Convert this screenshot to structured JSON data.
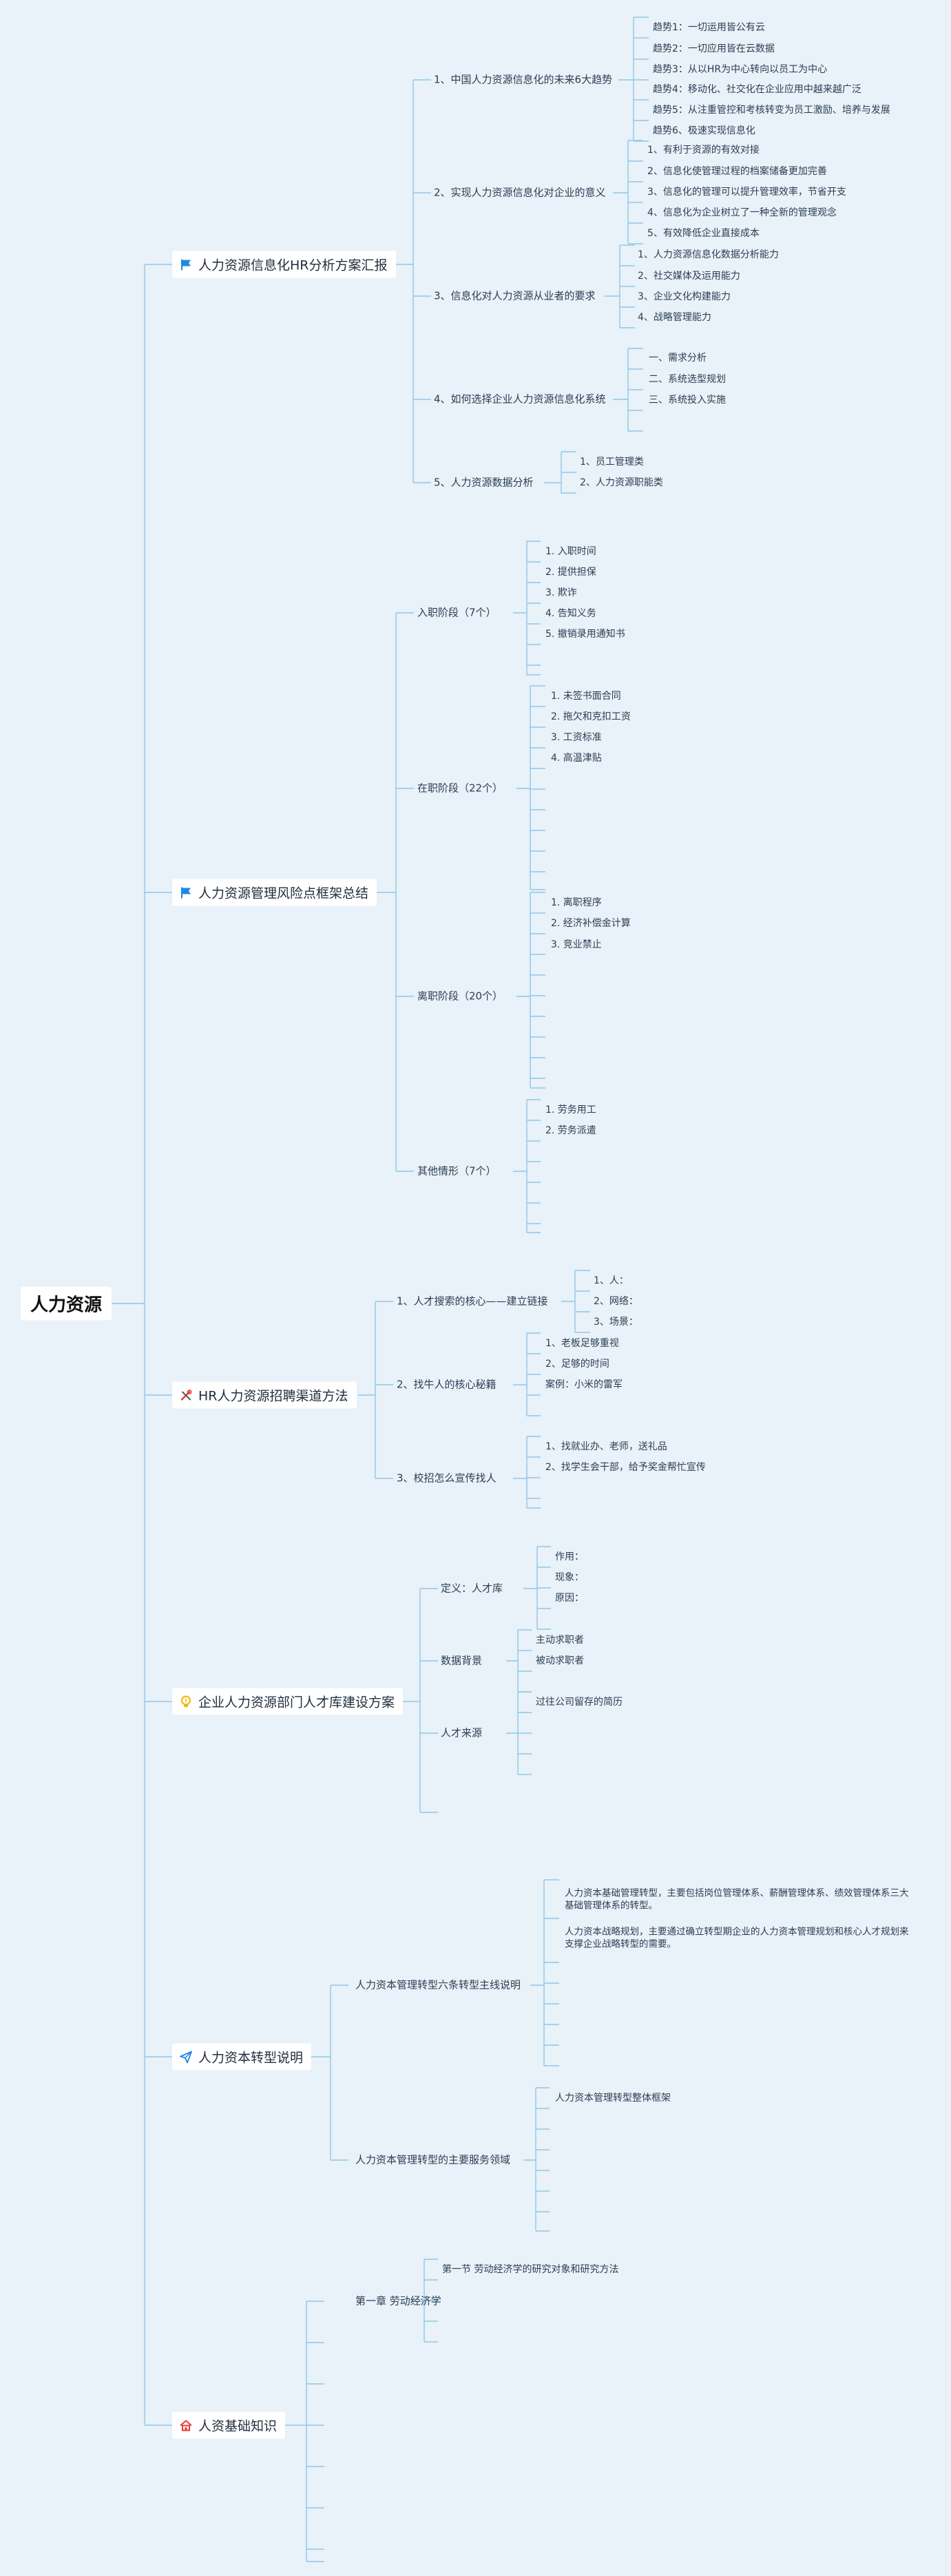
{
  "root": "人力资源",
  "colors": {
    "line": "#8ec9e6",
    "background": "#e9f1f9",
    "flag": "#1e88e5",
    "bulb": "#f4b400",
    "plane": "#1e88e5",
    "house": "#e53935",
    "tools": "#e53935"
  },
  "cat1": {
    "title": "人力资源信息化HR分析方案汇报",
    "icon": "flag-icon",
    "b1": {
      "label": "1、中国人力资源信息化的未来6大趋势",
      "items": [
        "趋势1：一切运用皆公有云",
        "趋势2：一切应用皆在云数据",
        "趋势3：从以HR为中心转向以员工为中心",
        "趋势4：移动化、社交化在企业应用中越来越广泛",
        "趋势5：从注重管控和考核转变为员工激励、培养与发展",
        "趋势6、极速实现信息化"
      ]
    },
    "b2": {
      "label": "2、实现人力资源信息化对企业的意义",
      "items": [
        "1、有利于资源的有效对接",
        "2、信息化使管理过程的档案储备更加完善",
        "3、信息化的管理可以提升管理效率，节省开支",
        "4、信息化为企业树立了一种全新的管理观念",
        "5、有效降低企业直接成本"
      ]
    },
    "b3": {
      "label": "3、信息化对人力资源从业者的要求",
      "items": [
        "1、人力资源信息化数据分析能力",
        "2、社交媒体及运用能力",
        "3、企业文化构建能力",
        "4、战略管理能力"
      ]
    },
    "b4": {
      "label": "4、如何选择企业人力资源信息化系统",
      "items": [
        "一、需求分析",
        "二、系统选型规划",
        "三、系统投入实施"
      ]
    },
    "b5": {
      "label": "5、人力资源数据分析",
      "items": [
        "1、员工管理类",
        "2、人力资源职能类"
      ]
    }
  },
  "cat2": {
    "title": "人力资源管理风险点框架总结",
    "icon": "flag-icon",
    "b1": {
      "label": "入职阶段（7个）",
      "items": [
        "1. 入职时间",
        "2. 提供担保",
        "3. 欺诈",
        "4. 告知义务",
        "5. 撤销录用通知书"
      ]
    },
    "b2": {
      "label": "在职阶段（22个）",
      "items": [
        "1. 未签书面合同",
        "2. 拖欠和克扣工资",
        "3. 工资标准",
        "4. 高温津贴"
      ]
    },
    "b3": {
      "label": "离职阶段（20个）",
      "items": [
        "1. 离职程序",
        "2. 经济补偿金计算",
        "3. 竞业禁止"
      ]
    },
    "b4": {
      "label": "其他情形（7个）",
      "items": [
        "1. 劳务用工",
        "2. 劳务派遣"
      ]
    }
  },
  "cat3": {
    "title": "HR人力资源招聘渠道方法",
    "icon": "tools-icon",
    "b1": {
      "label": "1、人才搜索的核心——建立链接",
      "items": [
        "1、人：",
        "2、网络：",
        "3、场景："
      ]
    },
    "b2": {
      "label": "2、找牛人的核心秘籍",
      "items": [
        "1、老板足够重视",
        "2、足够的时间",
        "案例：小米的雷军"
      ]
    },
    "b3": {
      "label": "3、校招怎么宣传找人",
      "items": [
        "1、找就业办、老师，送礼品",
        "2、找学生会干部，给予奖金帮忙宣传"
      ]
    }
  },
  "cat4": {
    "title": "企业人力资源部门人才库建设方案",
    "icon": "bulb-icon",
    "b1": {
      "label": "定义：人才库",
      "items": [
        "作用：",
        "现象：",
        "原因："
      ]
    },
    "b2": {
      "label": "数据背景",
      "items": [
        "主动求职者",
        "被动求职者"
      ]
    },
    "b3": {
      "label": "人才来源",
      "items": [
        "过往公司留存的简历"
      ]
    }
  },
  "cat5": {
    "title": "人力资本转型说明",
    "icon": "paper-plane-icon",
    "b1": {
      "label": "人力资本管理转型六条转型主线说明",
      "items": [
        "人力资本基础管理转型，主要包括岗位管理体系、薪酬管理体系、绩效管理体系三大基础管理体系的转型。",
        "人力资本战略规划，主要通过确立转型期企业的人力资本管理规划和核心人才规划来支撑企业战略转型的需要。"
      ]
    },
    "b2": {
      "label": "人力资本管理转型的主要服务领域",
      "items": [
        "人力资本管理转型整体框架"
      ]
    }
  },
  "cat6": {
    "title": "人资基础知识",
    "icon": "house-icon",
    "b1": {
      "label": "第一章 劳动经济学",
      "items": [
        "第一节 劳动经济学的研究对象和研究方法"
      ]
    }
  }
}
